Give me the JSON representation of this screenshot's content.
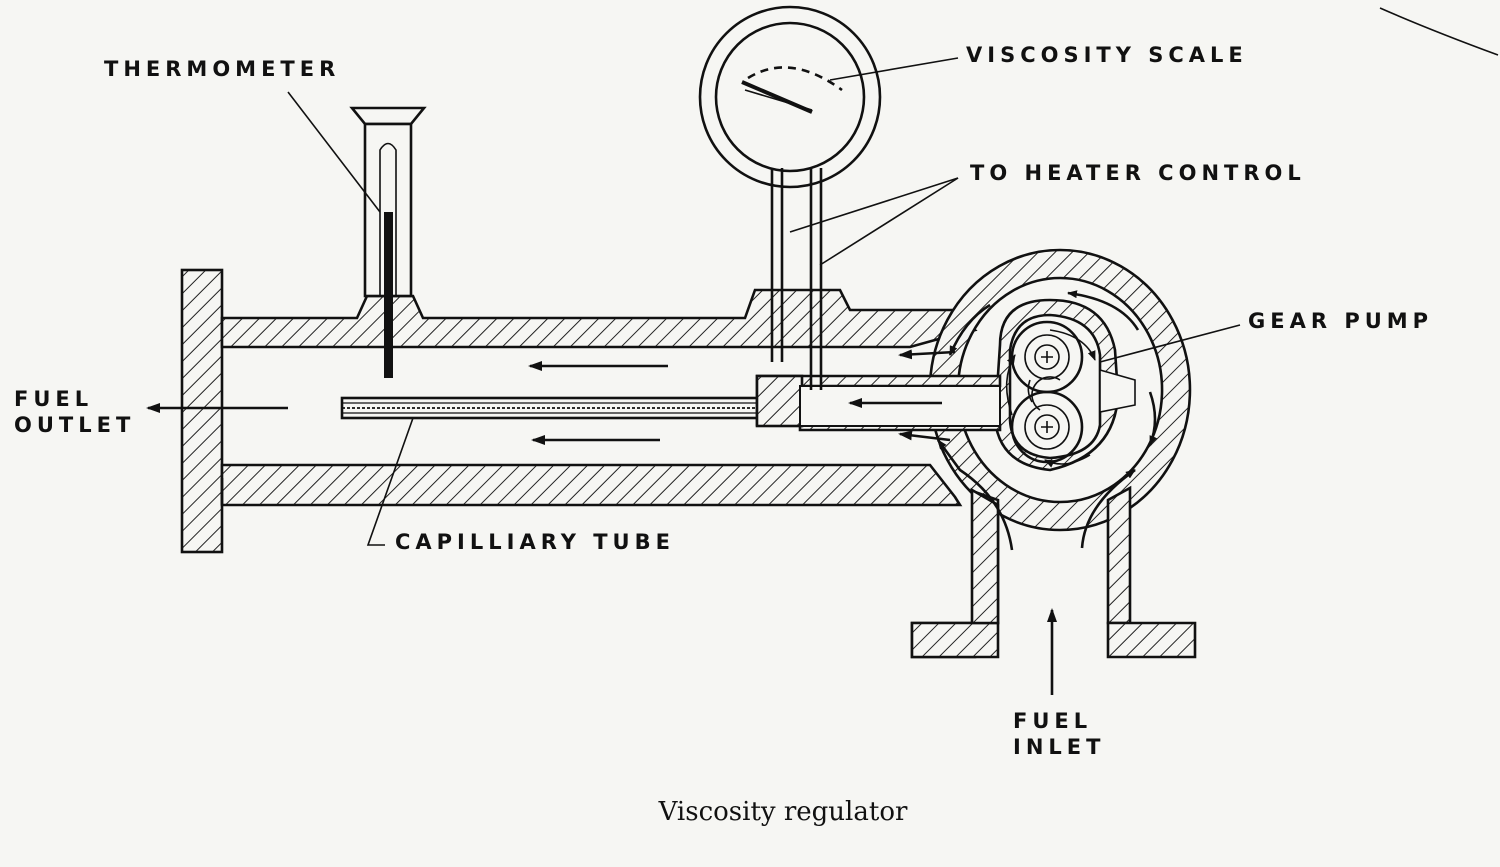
{
  "labels": {
    "thermometer": "THERMOMETER",
    "viscosity_scale": "VISCOSITY SCALE",
    "heater_control": "TO HEATER CONTROL",
    "gear_pump": "GEAR PUMP",
    "fuel_outlet_1": "FUEL",
    "fuel_outlet_2": "OUTLET",
    "capillary_tube": "CAPILLIARY TUBE",
    "fuel_inlet_1": "FUEL",
    "fuel_inlet_2": "INLET"
  },
  "caption": "Viscosity regulator"
}
